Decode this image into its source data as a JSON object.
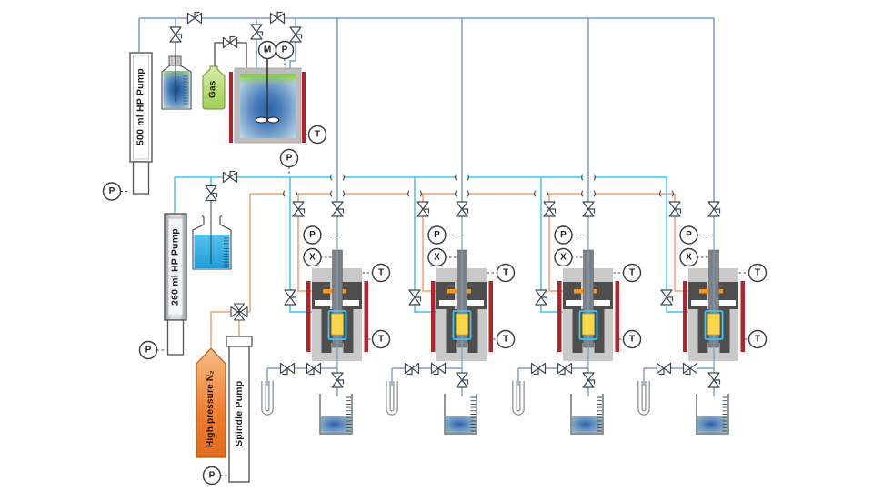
{
  "labels": {
    "pump_500": "500 ml HP Pump",
    "pump_260": "260 ml HP Pump",
    "spindle_pump": "Spindle Pump",
    "gas_bottle": "Gas",
    "n2_bottle": "High pressure N₂"
  },
  "instruments": {
    "pressure": "P",
    "temperature": "T",
    "motor": "M",
    "sampler": "X"
  },
  "reactors": {
    "count": 4
  },
  "colors": {
    "process_line_blue": "#7d9cc9",
    "coolant_line_cyan": "#3fc3f2",
    "nitrogen_line_orange": "#f2a16b",
    "heater_red": "#b5222a",
    "sample_cell_yellow": "#f8d74a",
    "n2_cylinder_orange": "#ed7d31",
    "bottle_liquid_blue": "#29abe2",
    "gas_bottle_green": "#a8d45e"
  }
}
